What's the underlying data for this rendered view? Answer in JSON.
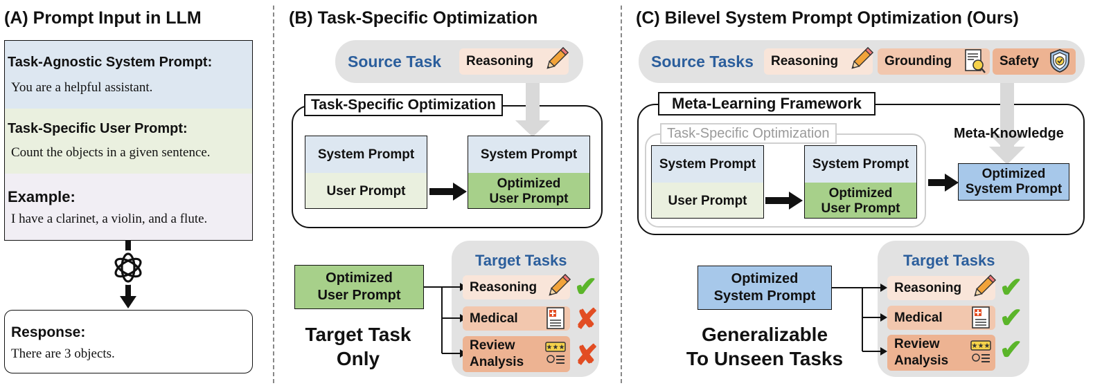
{
  "panel_a": {
    "title": "(A) Prompt Input in LLM",
    "system_label": "Task-Agnostic System Prompt:",
    "system_text": "You are a helpful assistant.",
    "user_label": "Task-Specific User Prompt:",
    "user_text": "Count the objects in a given sentence.",
    "example_label": "Example:",
    "example_text": "I have a clarinet, a violin, and a flute.",
    "response_label": "Response:",
    "response_text": "There are 3 objects."
  },
  "panel_b": {
    "title": "(B) Task-Specific Optimization",
    "source_label": "Source Task",
    "source_tag": "Reasoning",
    "frame_label": "Task-Specific Optimization",
    "system_prompt": "System Prompt",
    "user_prompt": "User Prompt",
    "system_prompt_2": "System Prompt",
    "optimized_user_prompt": "Optimized\nUser Prompt",
    "output_box": "Optimized\nUser Prompt",
    "target_title": "Target Tasks",
    "targets": [
      "Reasoning",
      "Medical",
      "Review\nAnalysis"
    ],
    "bottom_caption": "Target Task\nOnly"
  },
  "panel_c": {
    "title": "(C) Bilevel System Prompt Optimization (Ours)",
    "source_label": "Source Tasks",
    "source_tags": [
      "Reasoning",
      "Grounding",
      "Safety"
    ],
    "frame_label": "Meta-Learning Framework",
    "inner_label": "Task-Specific Optimization",
    "meta_knowledge": "Meta-Knowledge",
    "system_prompt": "System Prompt",
    "user_prompt": "User Prompt",
    "system_prompt_2": "System Prompt",
    "optimized_user_prompt": "Optimized\nUser Prompt",
    "optimized_system_prompt": "Optimized\nSystem Prompt",
    "output_box": "Optimized\nSystem Prompt",
    "target_title": "Target Tasks",
    "targets": [
      "Reasoning",
      "Medical",
      "Review\nAnalysis"
    ],
    "bottom_caption": "Generalizable\nTo Unseen Tasks"
  },
  "colors": {
    "blue_text": "#2b5e9c",
    "system_blue": "#dde7f1",
    "user_green": "#eaf0df",
    "optimized_green": "#a7d08a",
    "optimized_blue": "#a7c8ea",
    "check": "#5bb52a",
    "cross": "#e24d23"
  },
  "icons": [
    "pencil-icon",
    "document-search-icon",
    "shield-check-icon",
    "medical-report-icon",
    "review-icon",
    "openai-logo-icon",
    "check-icon",
    "cross-icon"
  ]
}
